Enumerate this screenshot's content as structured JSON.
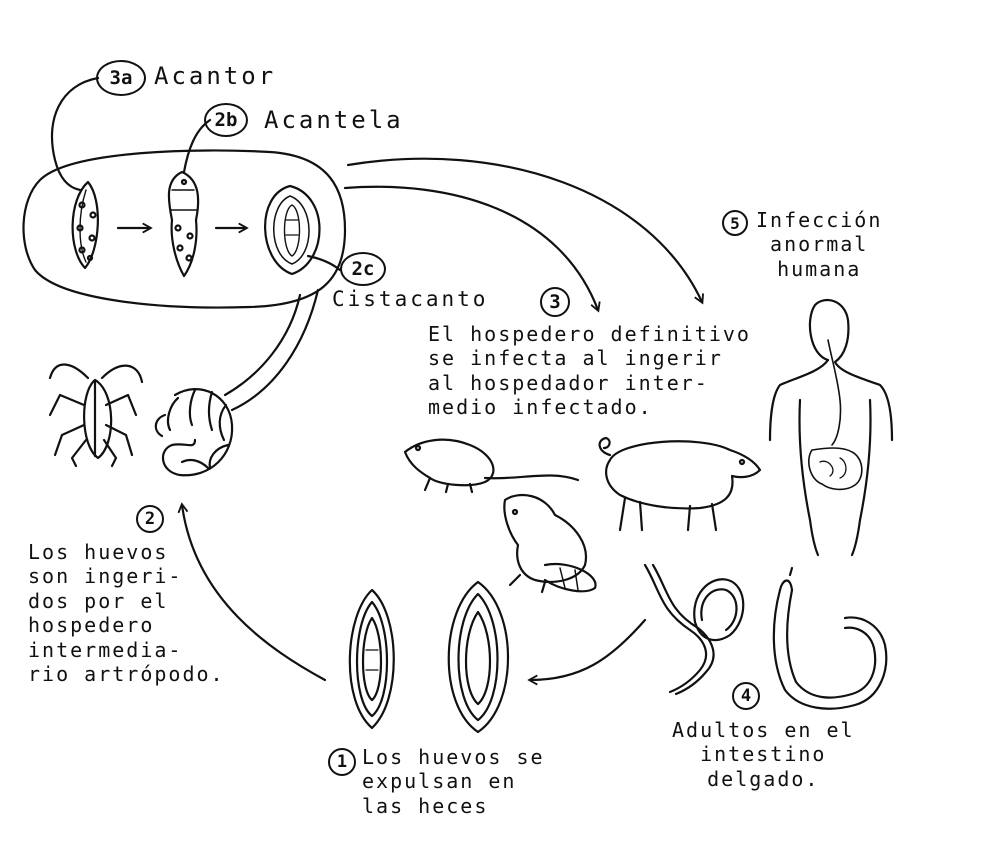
{
  "diagram": {
    "stage_3a": {
      "marker": "3a",
      "label": "Acantor"
    },
    "stage_2b": {
      "marker": "2b",
      "label": "Acantela"
    },
    "stage_2c": {
      "marker": "2c",
      "label": "Cistacanto"
    },
    "step_1": {
      "marker": "1",
      "text": "Los huevos se\nexpulsan en\nlas heces"
    },
    "step_2": {
      "marker": "2",
      "text": "Los huevos\nson ingeri-\ndos por el\nhospedero\nintermedia-\nrio artrópodo."
    },
    "step_3": {
      "marker": "3",
      "text": "El hospedero definitivo\nse infecta al ingerir\nal hospedador inter-\nmedio infectado."
    },
    "step_4": {
      "marker": "4",
      "text": "Adultos en el\nintestino\ndelgado."
    },
    "step_5": {
      "marker": "5",
      "text": "Infección\nanormal\nhumana"
    }
  },
  "colors": {
    "ink": "#111111",
    "paper": "#ffffff"
  },
  "icons": [
    "acanthor-larva-icon",
    "acanthella-larva-icon",
    "cystacanth-larva-icon",
    "cockroach-icon",
    "beetle-grub-icon",
    "rat-icon",
    "raccoon-icon",
    "pig-icon",
    "human-silhouette-icon",
    "adult-worm-icon",
    "egg-icon"
  ]
}
